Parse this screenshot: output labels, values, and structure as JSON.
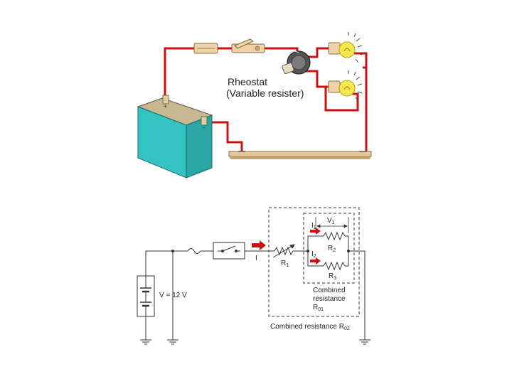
{
  "top_illustration": {
    "rheostat_label": "Rheostat",
    "rheostat_sublabel": "(Variable resister)"
  },
  "schematic": {
    "voltage_label": "V = 12 V",
    "current_label": "I",
    "r1_label": "R",
    "r1_sub": "1",
    "v1_label": "V",
    "v1_sub": "1",
    "i1_label": "I",
    "i1_sub": "1",
    "i2_label": "I",
    "i2_sub": "2",
    "r2_label": "R",
    "r2_sub": "2",
    "r3_label": "R",
    "r3_sub": "3",
    "combined_01_line1": "Combined",
    "combined_01_line2": "resistance",
    "combined_01_line3": "R",
    "combined_01_sub": "01",
    "combined_02_text": "Combined resistance R",
    "combined_02_sub": "02"
  },
  "colors": {
    "wire": "#cc1111",
    "battery_face": "#33c3c3",
    "battery_top": "#c8b890",
    "board": "#e6c79a",
    "lamp_glass": "#f5e84a",
    "fuse_body": "#f0d2a8",
    "schematic_line": "#333333",
    "arrow": "#cc1111"
  }
}
